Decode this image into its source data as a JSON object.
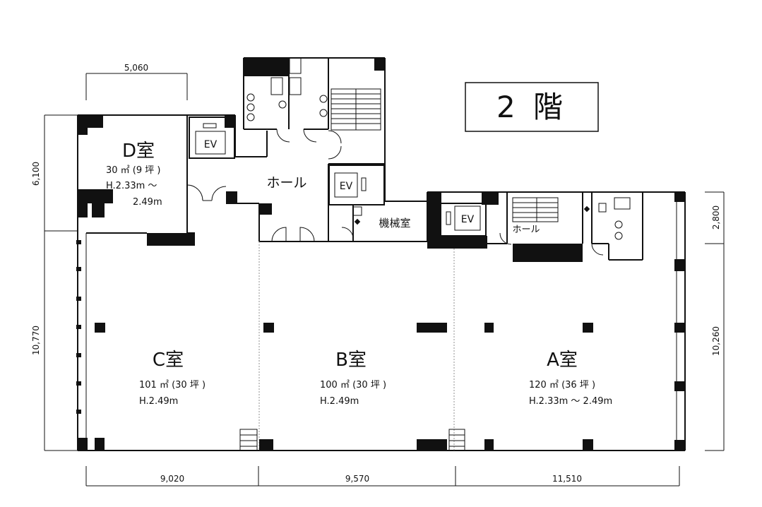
{
  "floor_label": "2 階",
  "rooms": {
    "a": {
      "name": "A室",
      "area": "120 ㎡ (36 坪 )",
      "height": "H.2.33m 〜 2.49m"
    },
    "b": {
      "name": "B室",
      "area": "100 ㎡ (30 坪 )",
      "height": "H.2.49m"
    },
    "c": {
      "name": "C室",
      "area": "101 ㎡ (30 坪 )",
      "height": "H.2.49m"
    },
    "d": {
      "name": "D室",
      "area": "30 ㎡ (9 坪 )",
      "height_line1": "H.2.33m 〜",
      "height_line2": "2.49m"
    }
  },
  "labels": {
    "hall_main": "ホール",
    "hall_small": "ホール",
    "machine_room": "機械室",
    "elevator": "EV"
  },
  "dimensions": {
    "top": "5,060",
    "left_upper": "6,100",
    "left_lower": "10,770",
    "right_upper": "2,800",
    "right_lower": "10,260",
    "bottom_1": "9,020",
    "bottom_2": "9,570",
    "bottom_3": "11,510"
  }
}
